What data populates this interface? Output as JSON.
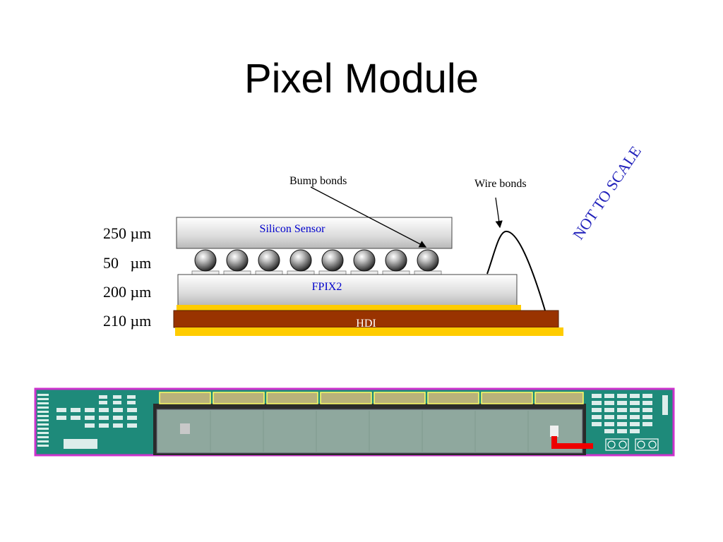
{
  "title": "Pixel Module",
  "dimensions": {
    "sensor": "250 µm",
    "bumps": "50   µm",
    "fpix": "200 µm",
    "hdi": "210 µm"
  },
  "labels": {
    "bump_bonds": "Bump bonds",
    "wire_bonds": "Wire bonds",
    "silicon_sensor": "Silicon Sensor",
    "fpix2": "FPIX2",
    "hdi": "HDI",
    "not_to_scale": "NOT TO SCALE"
  },
  "colors": {
    "hdi": "#993300",
    "gold": "#ffcc00",
    "label_blue": "#0000cc",
    "board_green": "#1e8a7a",
    "magenta_frame": "#cc33cc",
    "red_marker": "#ee0000"
  }
}
